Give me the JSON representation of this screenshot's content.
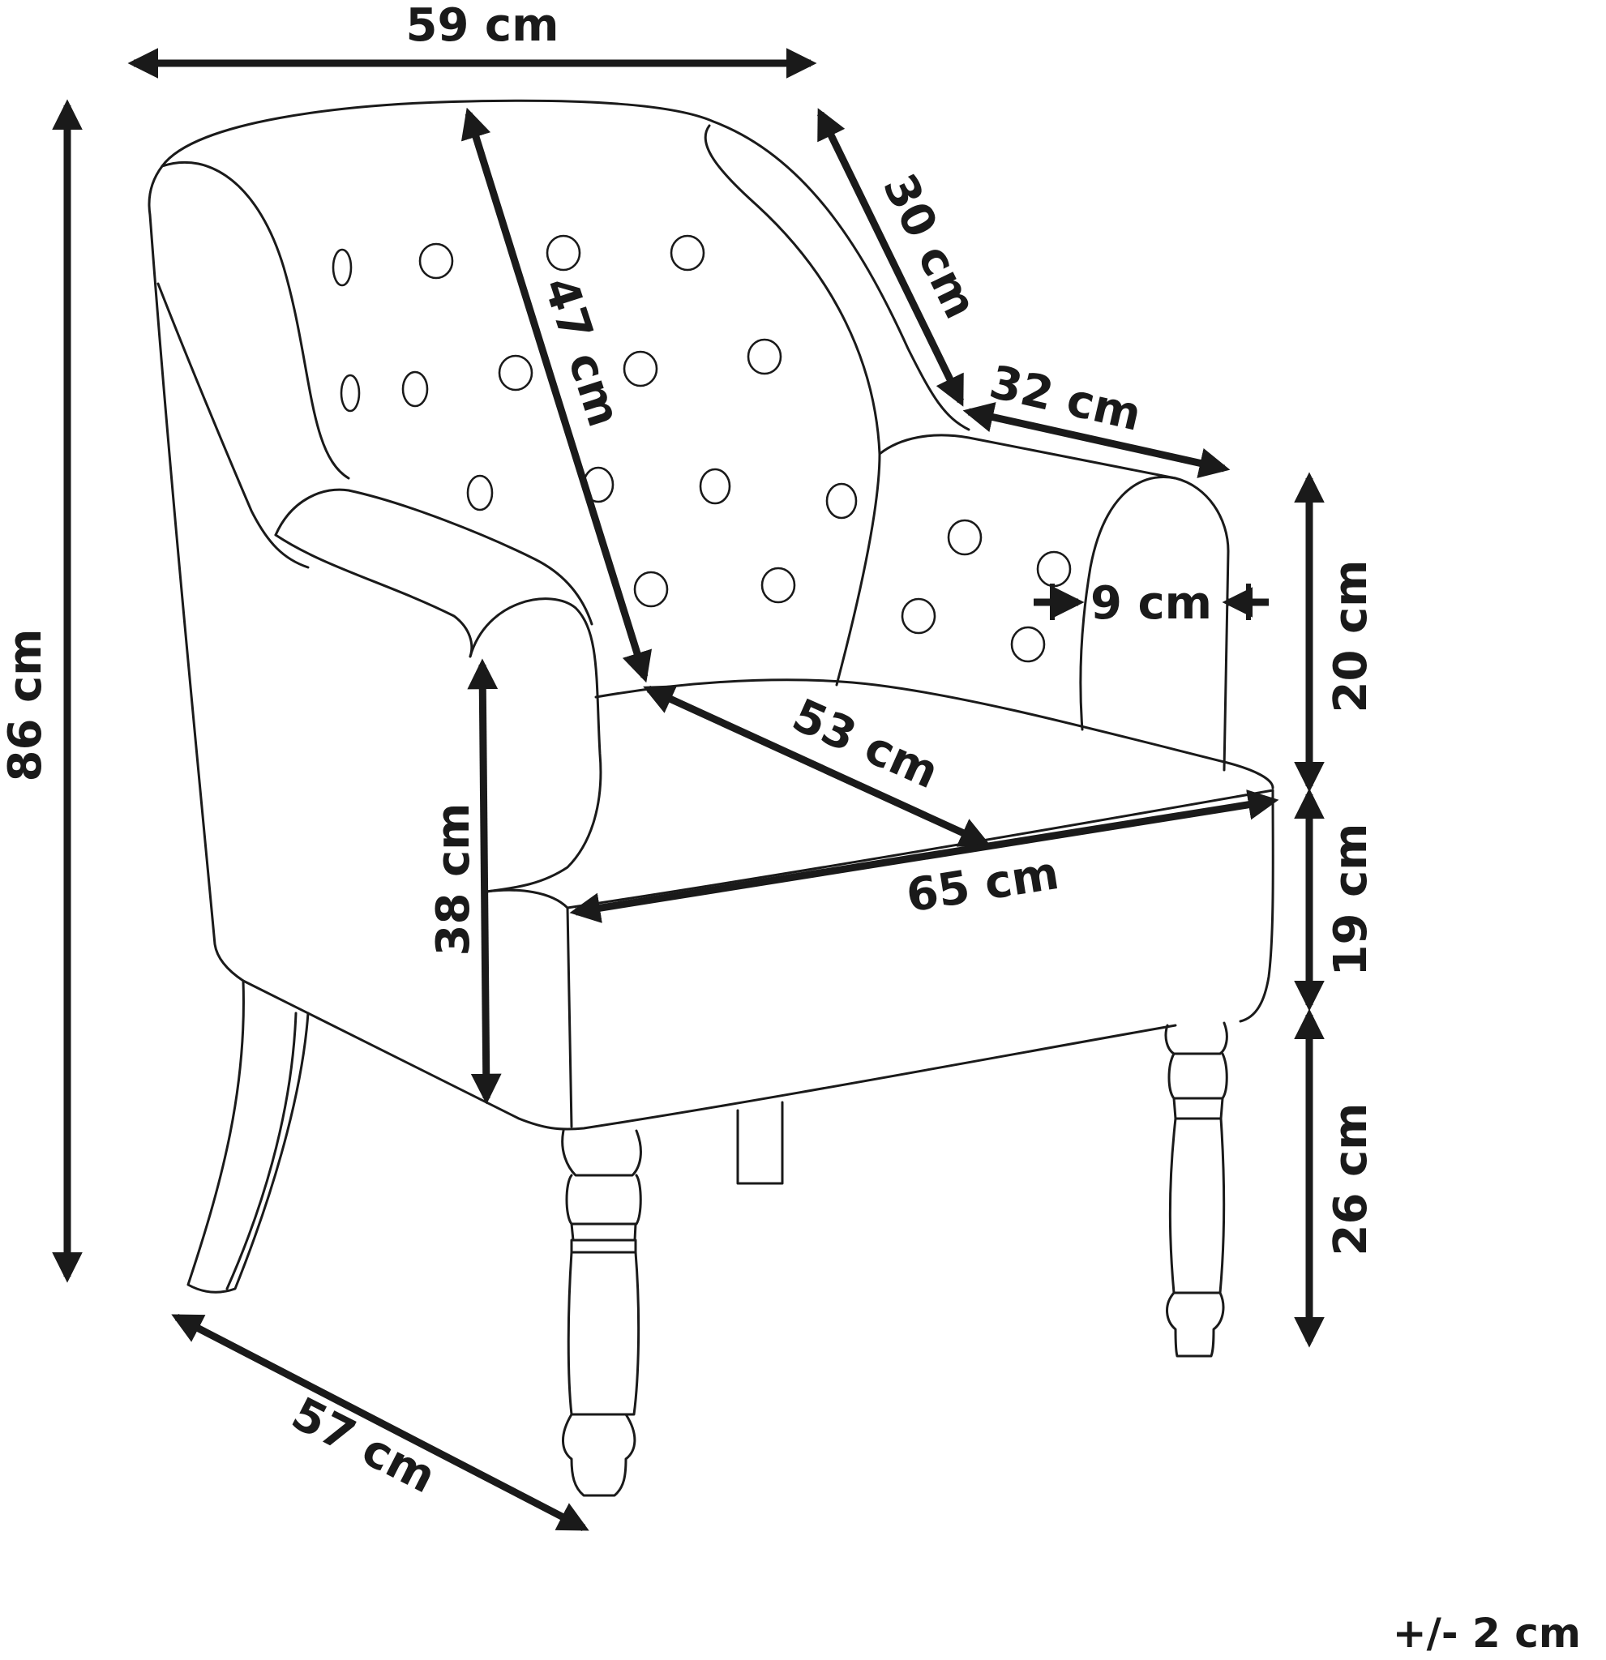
{
  "diagram": {
    "dimensions": {
      "width_top": "59 cm",
      "height_total": "86 cm",
      "backrest_height": "47 cm",
      "back_top_depth": "30 cm",
      "armrest_length": "32 cm",
      "armrest_width": "9 cm",
      "armrest_height_above_seat": "20 cm",
      "seat_depth": "53 cm",
      "seat_width": "65 cm",
      "armrest_side_height": "38 cm",
      "seat_cushion_height": "19 cm",
      "leg_height": "26 cm",
      "depth_bottom": "57 cm"
    },
    "tolerance": "+/- 2 cm"
  }
}
